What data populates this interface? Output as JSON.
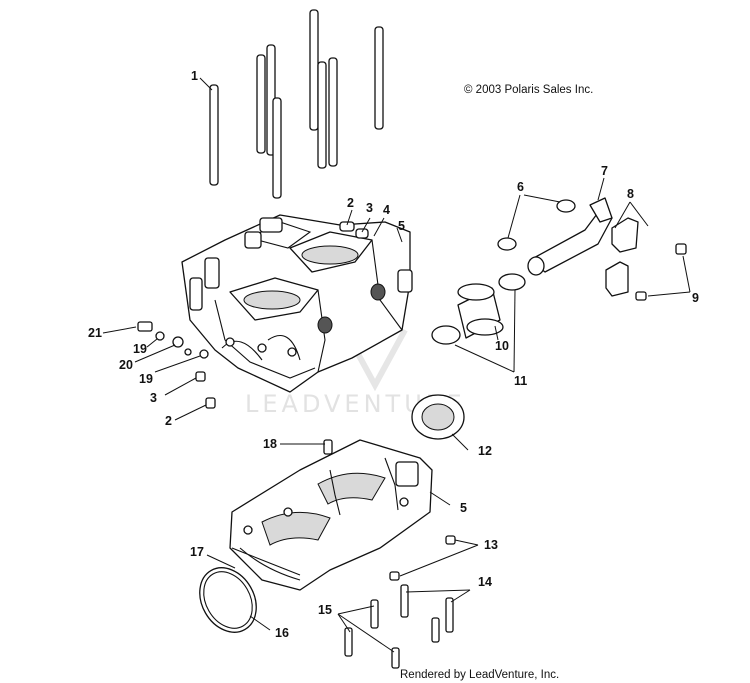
{
  "copyright": "© 2003 Polaris Sales Inc.",
  "rendered_by": "Rendered by LeadVenture, Inc.",
  "watermark": "LEADVENTURE",
  "callouts": {
    "c1": "1",
    "c2a": "2",
    "c3a": "3",
    "c4": "4",
    "c5a": "5",
    "c6": "6",
    "c7": "7",
    "c8": "8",
    "c9": "9",
    "c10": "10",
    "c11": "11",
    "c12": "12",
    "c21": "21",
    "c19a": "19",
    "c20": "20",
    "c19b": "19",
    "c3b": "3",
    "c2b": "2",
    "c18": "18",
    "c5b": "5",
    "c13": "13",
    "c17": "17",
    "c14": "14",
    "c15": "15",
    "c16": "16"
  }
}
